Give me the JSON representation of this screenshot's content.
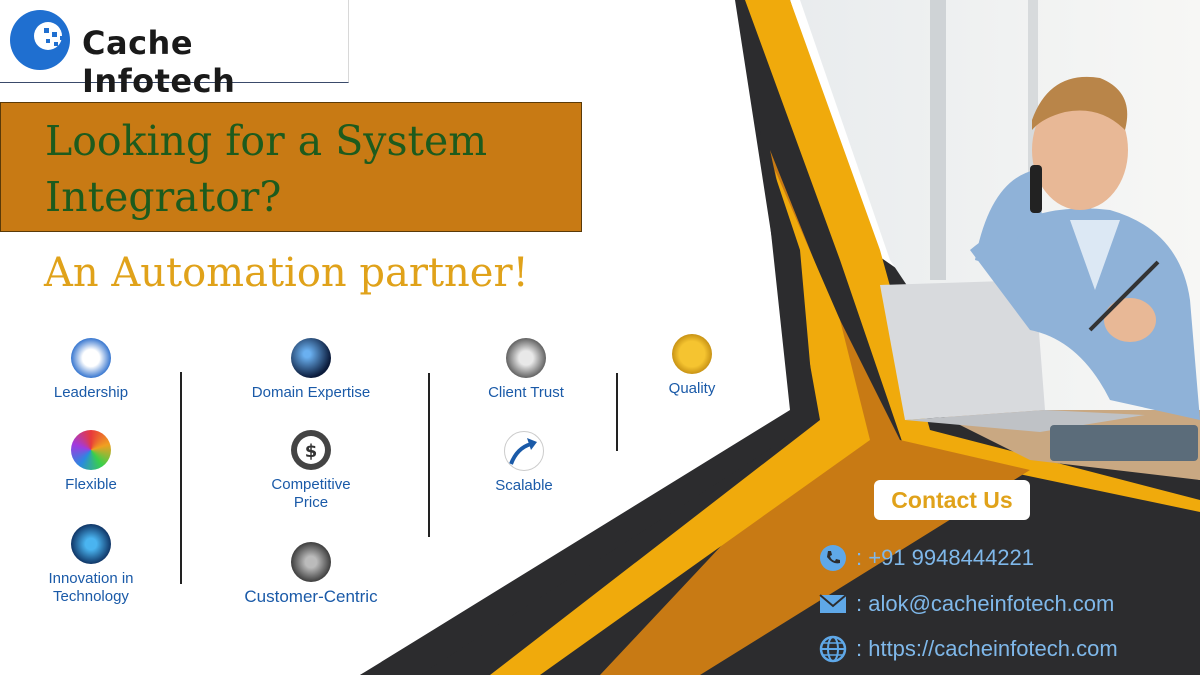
{
  "brand": {
    "name": "Cache Infotech",
    "accent_orange": "#c87a14",
    "accent_yellow": "#f0aa0c",
    "dark": "#2c2c2e",
    "headline_green": "#1d5b1d",
    "link_blue": "#1a5aa8"
  },
  "hero": {
    "headline": "Looking for a System Integrator?",
    "subheadline": "An Automation partner!"
  },
  "features": [
    {
      "label": "Leadership",
      "icon": "leadership-icon"
    },
    {
      "label": "Flexible",
      "icon": "flexible-icon"
    },
    {
      "label": "Innovation in Technology",
      "icon": "innovation-icon"
    },
    {
      "label": "Domain Expertise",
      "icon": "domain-icon"
    },
    {
      "label": "Competitive Price",
      "icon": "dollar-icon"
    },
    {
      "label": "Customer-Centric",
      "icon": "customer-icon"
    },
    {
      "label": "Client Trust",
      "icon": "handshake-icon"
    },
    {
      "label": "Scalable",
      "icon": "growth-arrow-icon"
    },
    {
      "label": "Quality",
      "icon": "quality-badge-icon"
    }
  ],
  "contact": {
    "button_label": "Contact Us",
    "phone": ": +91 9948444221",
    "email": ": alok@cacheinfotech.com",
    "website": ": https://cacheinfotech.com"
  }
}
